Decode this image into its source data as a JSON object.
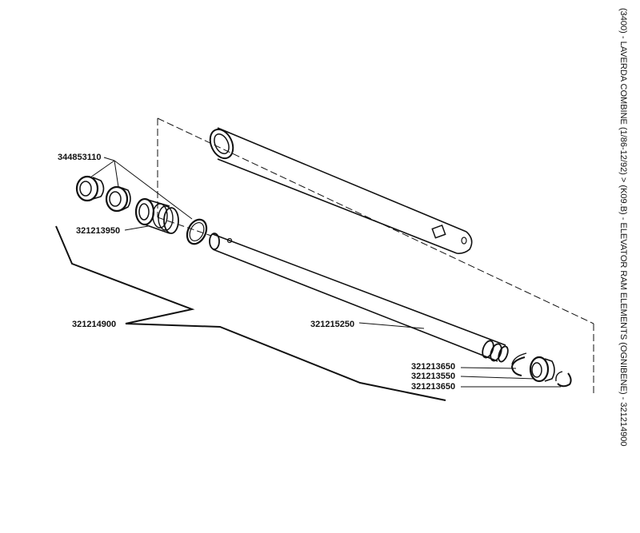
{
  "title": "(3400) - LAVERDA COMBINE (1/86-12/92) > (K09.B) - ELEVATOR RAM ELEMENTS (OGNIBENE) - 321214900",
  "labels": {
    "p344853110": "344853110",
    "p321213950": "321213950",
    "p321214900": "321214900",
    "p321215250": "321215250",
    "p321213650a": "321213650",
    "p321213550": "321213550",
    "p321213650b": "321213650"
  }
}
